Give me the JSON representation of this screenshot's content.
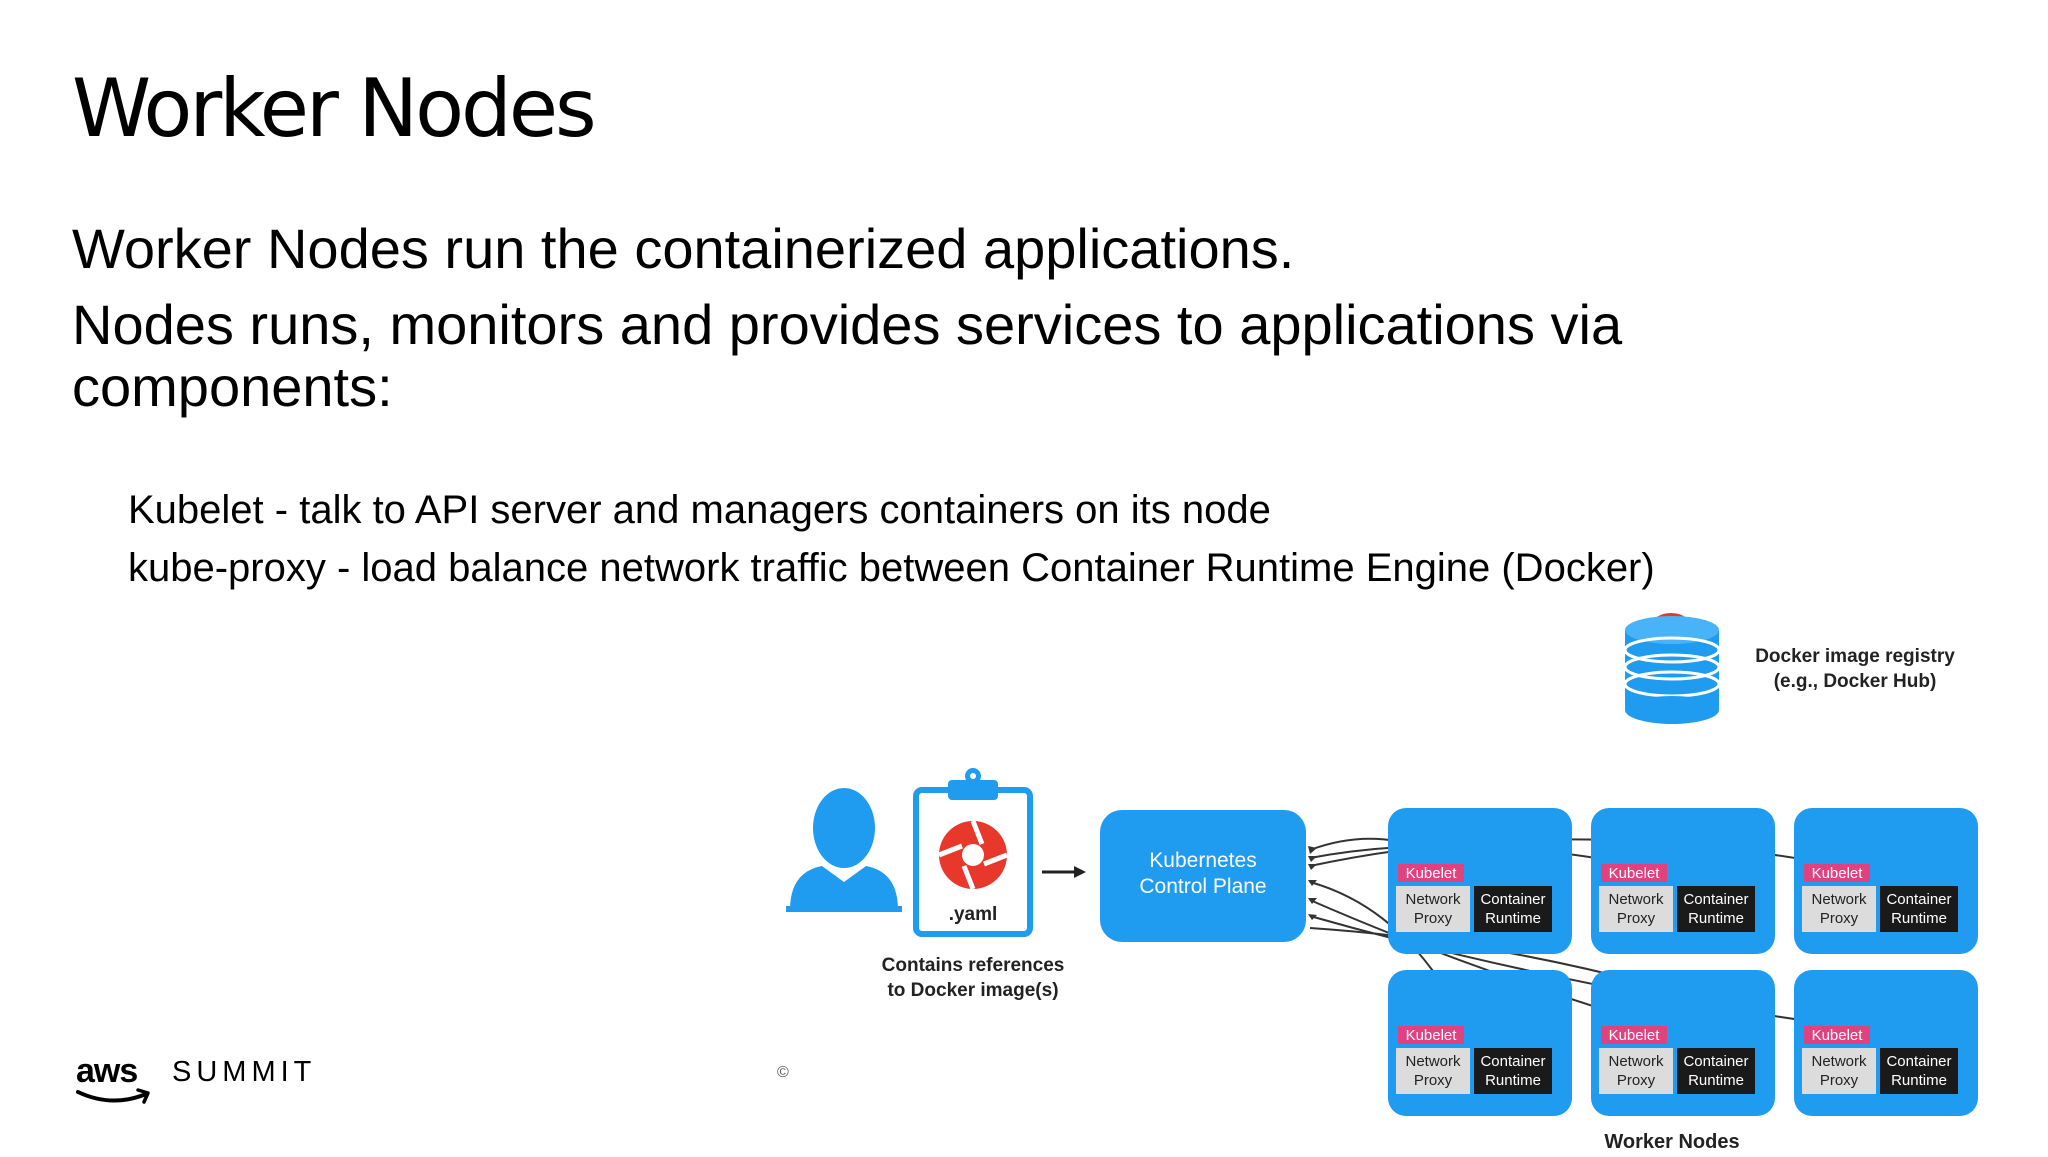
{
  "slide": {
    "title": "Worker Nodes",
    "para1": "Worker Nodes run the containerized applications.",
    "para2": "Nodes runs, monitors and provides services to applications via components:",
    "bullets": [
      "Kubelet - talk to API server and managers containers on its node",
      "kube-proxy - load balance network traffic between Container Runtime Engine (Docker)"
    ]
  },
  "footer": {
    "brand": "aws",
    "event": "SUMMIT",
    "mark": "©"
  },
  "diagram": {
    "registry_line1": "Docker image registry",
    "registry_line2": "(e.g., Docker Hub)",
    "yaml_label": ".yaml",
    "yaml_caption_line1": "Contains references",
    "yaml_caption_line2": "to Docker image(s)",
    "control_plane_line1": "Kubernetes",
    "control_plane_line2": "Control Plane",
    "kubelet_label": "Kubelet",
    "network_label_1": "Network",
    "network_label_2": "Proxy",
    "container_label_1": "Container",
    "container_label_2": "Runtime",
    "worker_nodes_caption": "Worker Nodes",
    "colors": {
      "node_blue": "#1f9bf0",
      "kubelet_pink": "#e0427f",
      "registry_red": "#e8382b",
      "dark_box": "#1a1a1a",
      "gray_box": "#dcdcdc"
    }
  }
}
